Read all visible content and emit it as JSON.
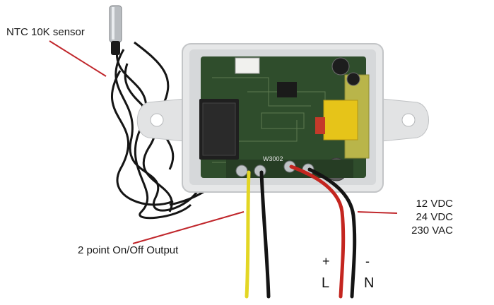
{
  "labels": {
    "sensor": "NTC 10K sensor",
    "output": "2 point On/Off Output",
    "power": [
      "12 VDC",
      "24 VDC",
      "230 VAC"
    ]
  },
  "terminals": {
    "plus": "+",
    "minus": "-",
    "L": "L",
    "N": "N"
  },
  "board_text": {
    "model": "W3002"
  },
  "colors": {
    "pointer_line": "#c0262b",
    "housing": "#e8e9ea",
    "pcb": "#2d4a2a",
    "relay": "#1e1e1e",
    "transformer": "#e6c419",
    "wire_yellow": "#e3d624",
    "wire_red": "#c4251f",
    "wire_black": "#141414"
  }
}
